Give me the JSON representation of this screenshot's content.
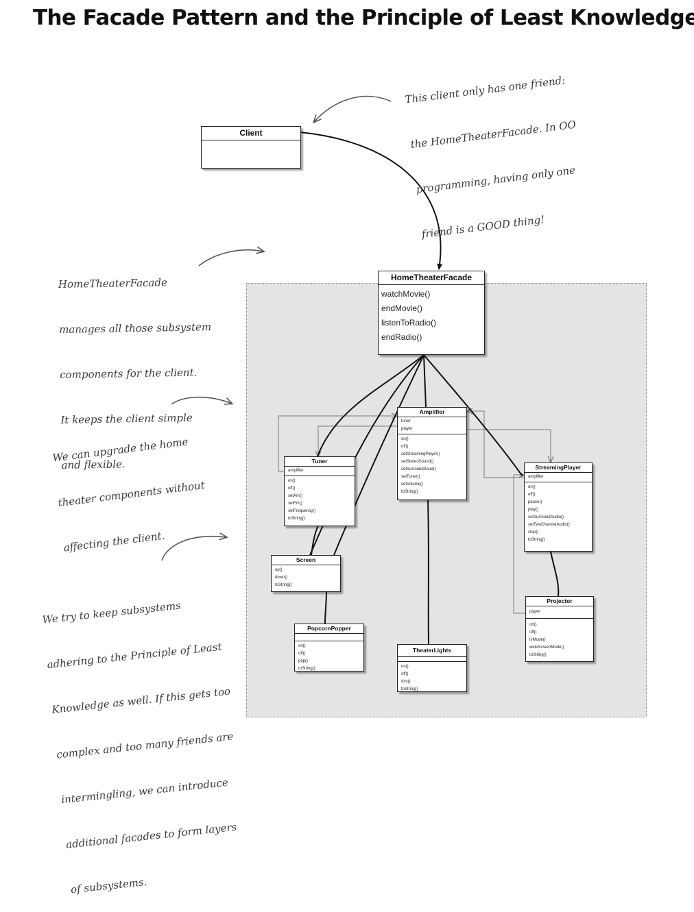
{
  "title": "The Facade Pattern and the Principle of Least Knowledge",
  "annotations": {
    "client_note": [
      "This client only has one friend:",
      "the HomeTheaterFacade. In OO",
      "programming, having only one",
      "friend is a GOOD thing!"
    ],
    "facade_note": [
      "HomeTheaterFacade",
      "manages all those subsystem",
      "components for the client.",
      "It keeps the client simple",
      "and flexible."
    ],
    "upgrade_note": [
      "We can upgrade the home",
      "theater components without",
      "affecting the client."
    ],
    "subsystems_note": [
      "We try to keep subsystems",
      "adhering to the Principle of Least",
      "Knowledge as well. If this gets too",
      "complex and too many friends are",
      "intermingling, we can introduce",
      "additional facades to form layers",
      "of subsystems."
    ]
  },
  "client": {
    "name": "Client"
  },
  "facade": {
    "name": "HomeTheaterFacade",
    "operations": [
      "watchMovie()",
      "endMovie()",
      "listenToRadio()",
      "endRadio()"
    ]
  },
  "amplifier": {
    "name": "Amplifier",
    "attributes": [
      "tuner",
      "player"
    ],
    "operations": [
      "on()",
      "off()",
      "setStreamingPlayer()",
      "setStereoSound()",
      "setSurroundSoud()",
      "setTuner()",
      "setVolume()",
      "toString()"
    ]
  },
  "tuner": {
    "name": "Tuner",
    "attributes": [
      "amplifier"
    ],
    "operations": [
      "on()",
      "off()",
      "setAm()",
      "setFm()",
      "setFrequency()",
      "toString()"
    ]
  },
  "streaming_player": {
    "name": "StreamingPlayer",
    "attributes": [
      "amplifier"
    ],
    "operations": [
      "on()",
      "off()",
      "pause()",
      "play()",
      "setSurroundAudio()",
      "setTwoChannelAudio()",
      "stop()",
      "toString()"
    ]
  },
  "screen": {
    "name": "Screen",
    "operations": [
      "up()",
      "down()",
      "toString()"
    ]
  },
  "popcorn_popper": {
    "name": "PopcornPopper",
    "operations": [
      "on()",
      "off()",
      "pop()",
      "toString()"
    ]
  },
  "theater_lights": {
    "name": "TheaterLights",
    "operations": [
      "on()",
      "off()",
      "dim()",
      "toString()"
    ]
  },
  "projector": {
    "name": "Projector",
    "attributes": [
      "player"
    ],
    "operations": [
      "on()",
      "off()",
      "tvMode()",
      "wideScreenMode()",
      "toString()"
    ]
  }
}
